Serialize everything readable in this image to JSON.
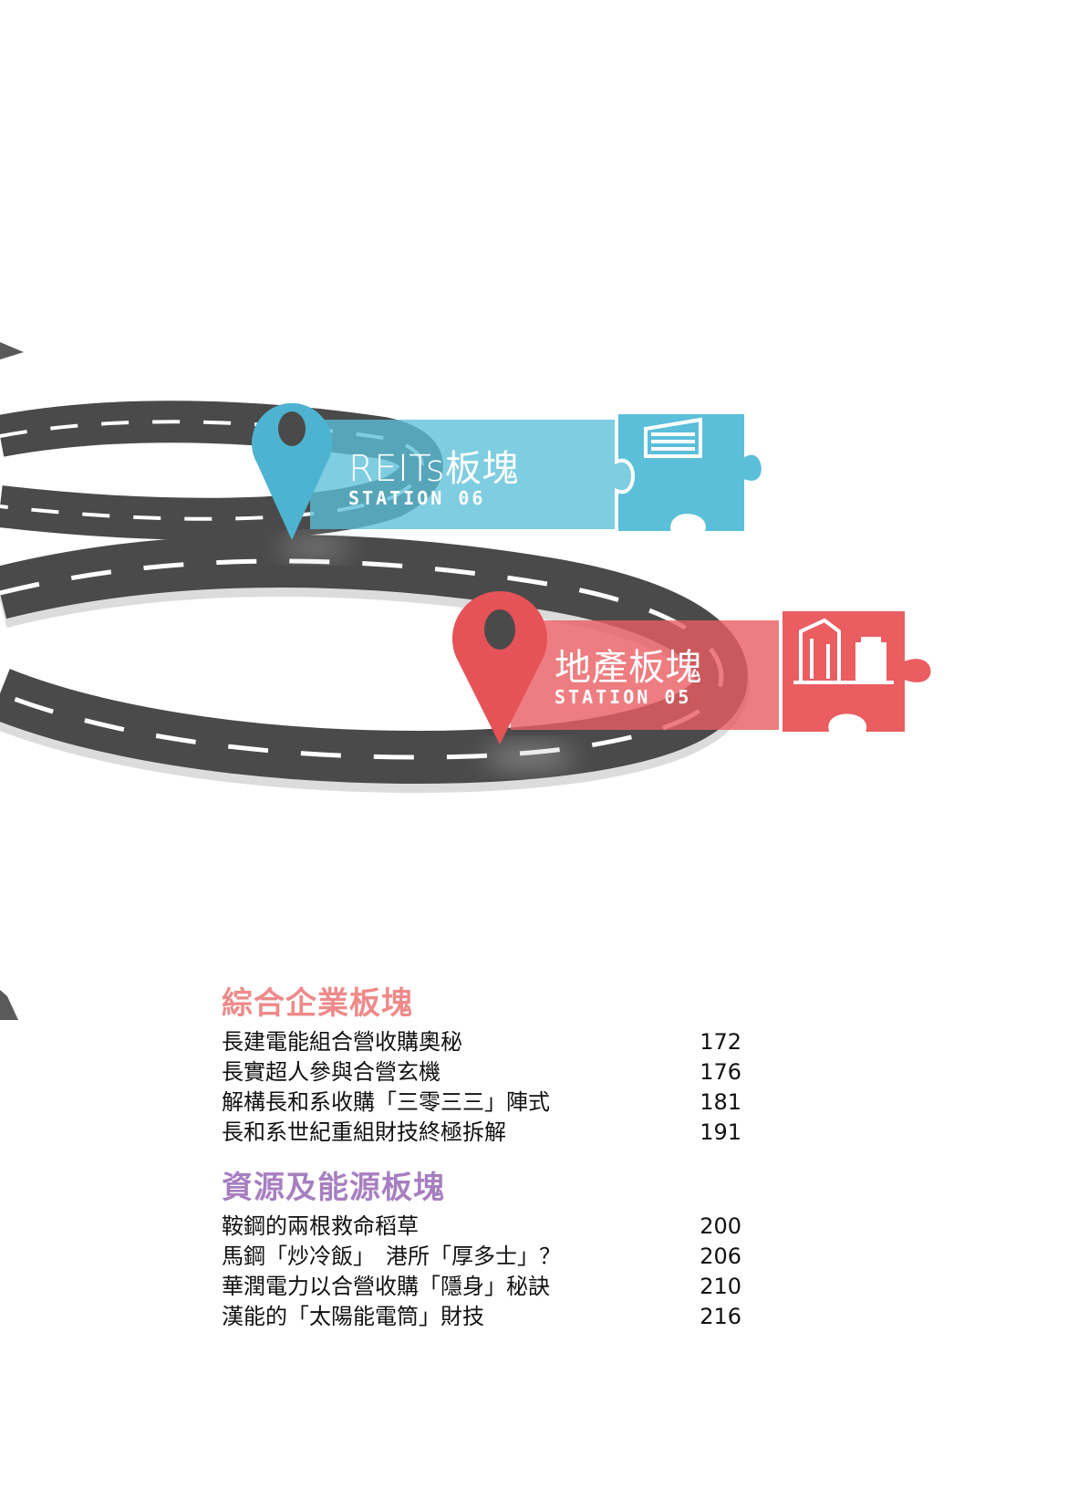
{
  "stations": [
    {
      "title": "REITs板塊",
      "subtitle": "STATION 06",
      "icon": "office-building-icon",
      "color": "#5bbfd9"
    },
    {
      "title": "地產板塊",
      "subtitle": "STATION 05",
      "icon": "city-buildings-icon",
      "color": "#ea5d61"
    }
  ],
  "toc": {
    "sections": [
      {
        "heading": "綜合企業板塊",
        "color": "#ef8a8a",
        "entries": [
          {
            "title": "長建電能組合營收購奧秘",
            "page": "172"
          },
          {
            "title": "長實超人參與合營玄機",
            "page": "176"
          },
          {
            "title": "解構長和系收購「三零三三」陣式",
            "page": "181"
          },
          {
            "title": "長和系世紀重組財技終極拆解",
            "page": "191"
          }
        ]
      },
      {
        "heading": "資源及能源板塊",
        "color": "#a77fc0",
        "entries": [
          {
            "title": "鞍鋼的兩根救命稻草",
            "page": "200"
          },
          {
            "title": "馬鋼「炒冷飯」　港所「厚多士」？",
            "page": "206"
          },
          {
            "title": "華潤電力以合營收購「隱身」秘訣",
            "page": "210"
          },
          {
            "title": "漢能的「太陽能電筒」財技",
            "page": "216"
          }
        ]
      }
    ]
  }
}
